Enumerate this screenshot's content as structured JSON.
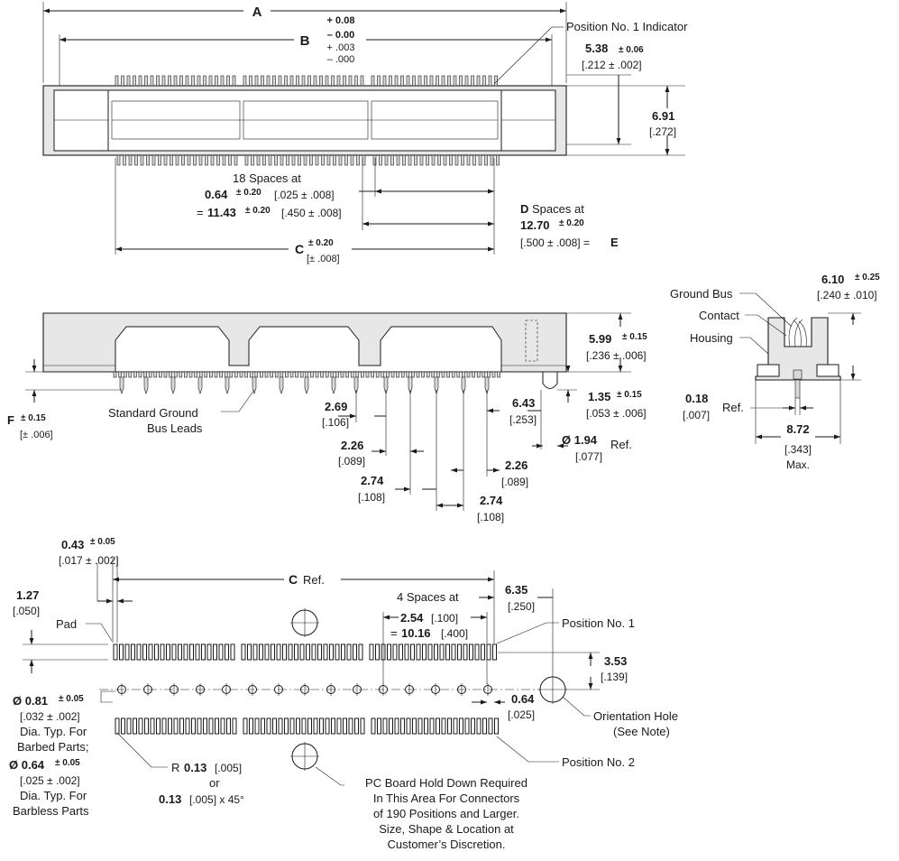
{
  "top_view": {
    "dim_a": "A",
    "dim_b": "B",
    "dim_b_tol_plus": "+ 0.08",
    "dim_b_tol_minus": "– 0.00",
    "dim_b_tol_in_plus": "+ .003",
    "dim_b_tol_in_minus": "– .000",
    "position_indicator": "Position No. 1 Indicator",
    "h1": "5.38",
    "h1_tol": "± 0.06",
    "h1_in": "[.212 ± .002]",
    "h2": "6.91",
    "h2_in": "[.272]",
    "spaces_18": "18 Spaces at",
    "pitch": "0.64",
    "pitch_tol": "± 0.20",
    "pitch_in": "[.025 ± .008]",
    "eq": "=",
    "span": "11.43",
    "span_tol": "± 0.20",
    "span_in": "[.450 ± .008]",
    "d_label": "D",
    "d_spaces": "Spaces at",
    "d_val": "12.70",
    "d_tol": "± 0.20",
    "d_in": "[.500 ± .008] =",
    "e_label": "E",
    "c_label": "C",
    "c_tol": "± 0.20",
    "c_tol_in": "[± .008]"
  },
  "side_view": {
    "h": "5.99",
    "h_tol": "± 0.15",
    "h_in": "[.236 ± .006]",
    "f_label": "F",
    "f_tol": "± 0.15",
    "f_tol_in": "[± .006]",
    "ground_leads_1": "Standard Ground",
    "ground_leads_2": "Bus Leads",
    "d269": "2.69",
    "d269_in": "[.106]",
    "d226a": "2.26",
    "d226a_in": "[.089]",
    "d274a": "2.74",
    "d274a_in": "[.108]",
    "d274b": "2.74",
    "d274b_in": "[.108]",
    "d226b": "2.26",
    "d226b_in": "[.089]",
    "d643": "6.43",
    "d643_in": "[.253]",
    "d135": "1.35",
    "d135_tol": "± 0.15",
    "d135_in": "[.053 ± .006]",
    "dia": "Ø 1.94",
    "dia_ref": "Ref.",
    "dia_in": "[.077]"
  },
  "end_view": {
    "h": "6.10",
    "h_tol": "± 0.25",
    "h_in": "[.240 ± .010]",
    "ground_bus": "Ground Bus",
    "contact": "Contact",
    "housing": "Housing",
    "d018": "0.18",
    "d018_in": "[.007]",
    "ref": "Ref.",
    "w": "8.72",
    "w_in": "[.343]",
    "max": "Max."
  },
  "pcb_view": {
    "d043": "0.43",
    "d043_tol": "± 0.05",
    "d043_in": "[.017 ± .002]",
    "d127": "1.27",
    "d127_in": "[.050]",
    "pad": "Pad",
    "c_ref_label": "C",
    "c_ref": "Ref.",
    "spaces4": "4 Spaces at",
    "d254": "2.54",
    "d254_in": "[.100]",
    "eq": "=",
    "d1016": "10.16",
    "d1016_in": "[.400]",
    "d635": "6.35",
    "d635_in": "[.250]",
    "pos1": "Position No. 1",
    "d353": "3.53",
    "d353_in": "[.139]",
    "d064": "0.64",
    "d064_in": "[.025]",
    "orient_1": "Orientation Hole",
    "orient_2": "(See Note)",
    "pos2": "Position No. 2",
    "dia081": "Ø 0.81",
    "dia081_tol": "± 0.05",
    "dia081_in": "[.032 ± .002]",
    "barbed_1": "Dia. Typ. For",
    "barbed_2": "Barbed Parts;",
    "dia064": "Ø 0.64",
    "dia064_tol": "± 0.05",
    "dia064_in": "[.025 ± .002]",
    "barbless_1": "Dia. Typ. For",
    "barbless_2": "Barbless Parts",
    "r_label": "R",
    "r_val": "0.13",
    "r_in": "[.005]",
    "or": "or",
    "cham": "0.13",
    "cham_in": "[.005] x 45°",
    "hold_1": "PC Board Hold Down Required",
    "hold_2": "In This Area For Connectors",
    "hold_3": "of 190 Positions and Larger.",
    "hold_4": "Size, Shape & Location at",
    "hold_5": "Customer’s Discretion."
  }
}
